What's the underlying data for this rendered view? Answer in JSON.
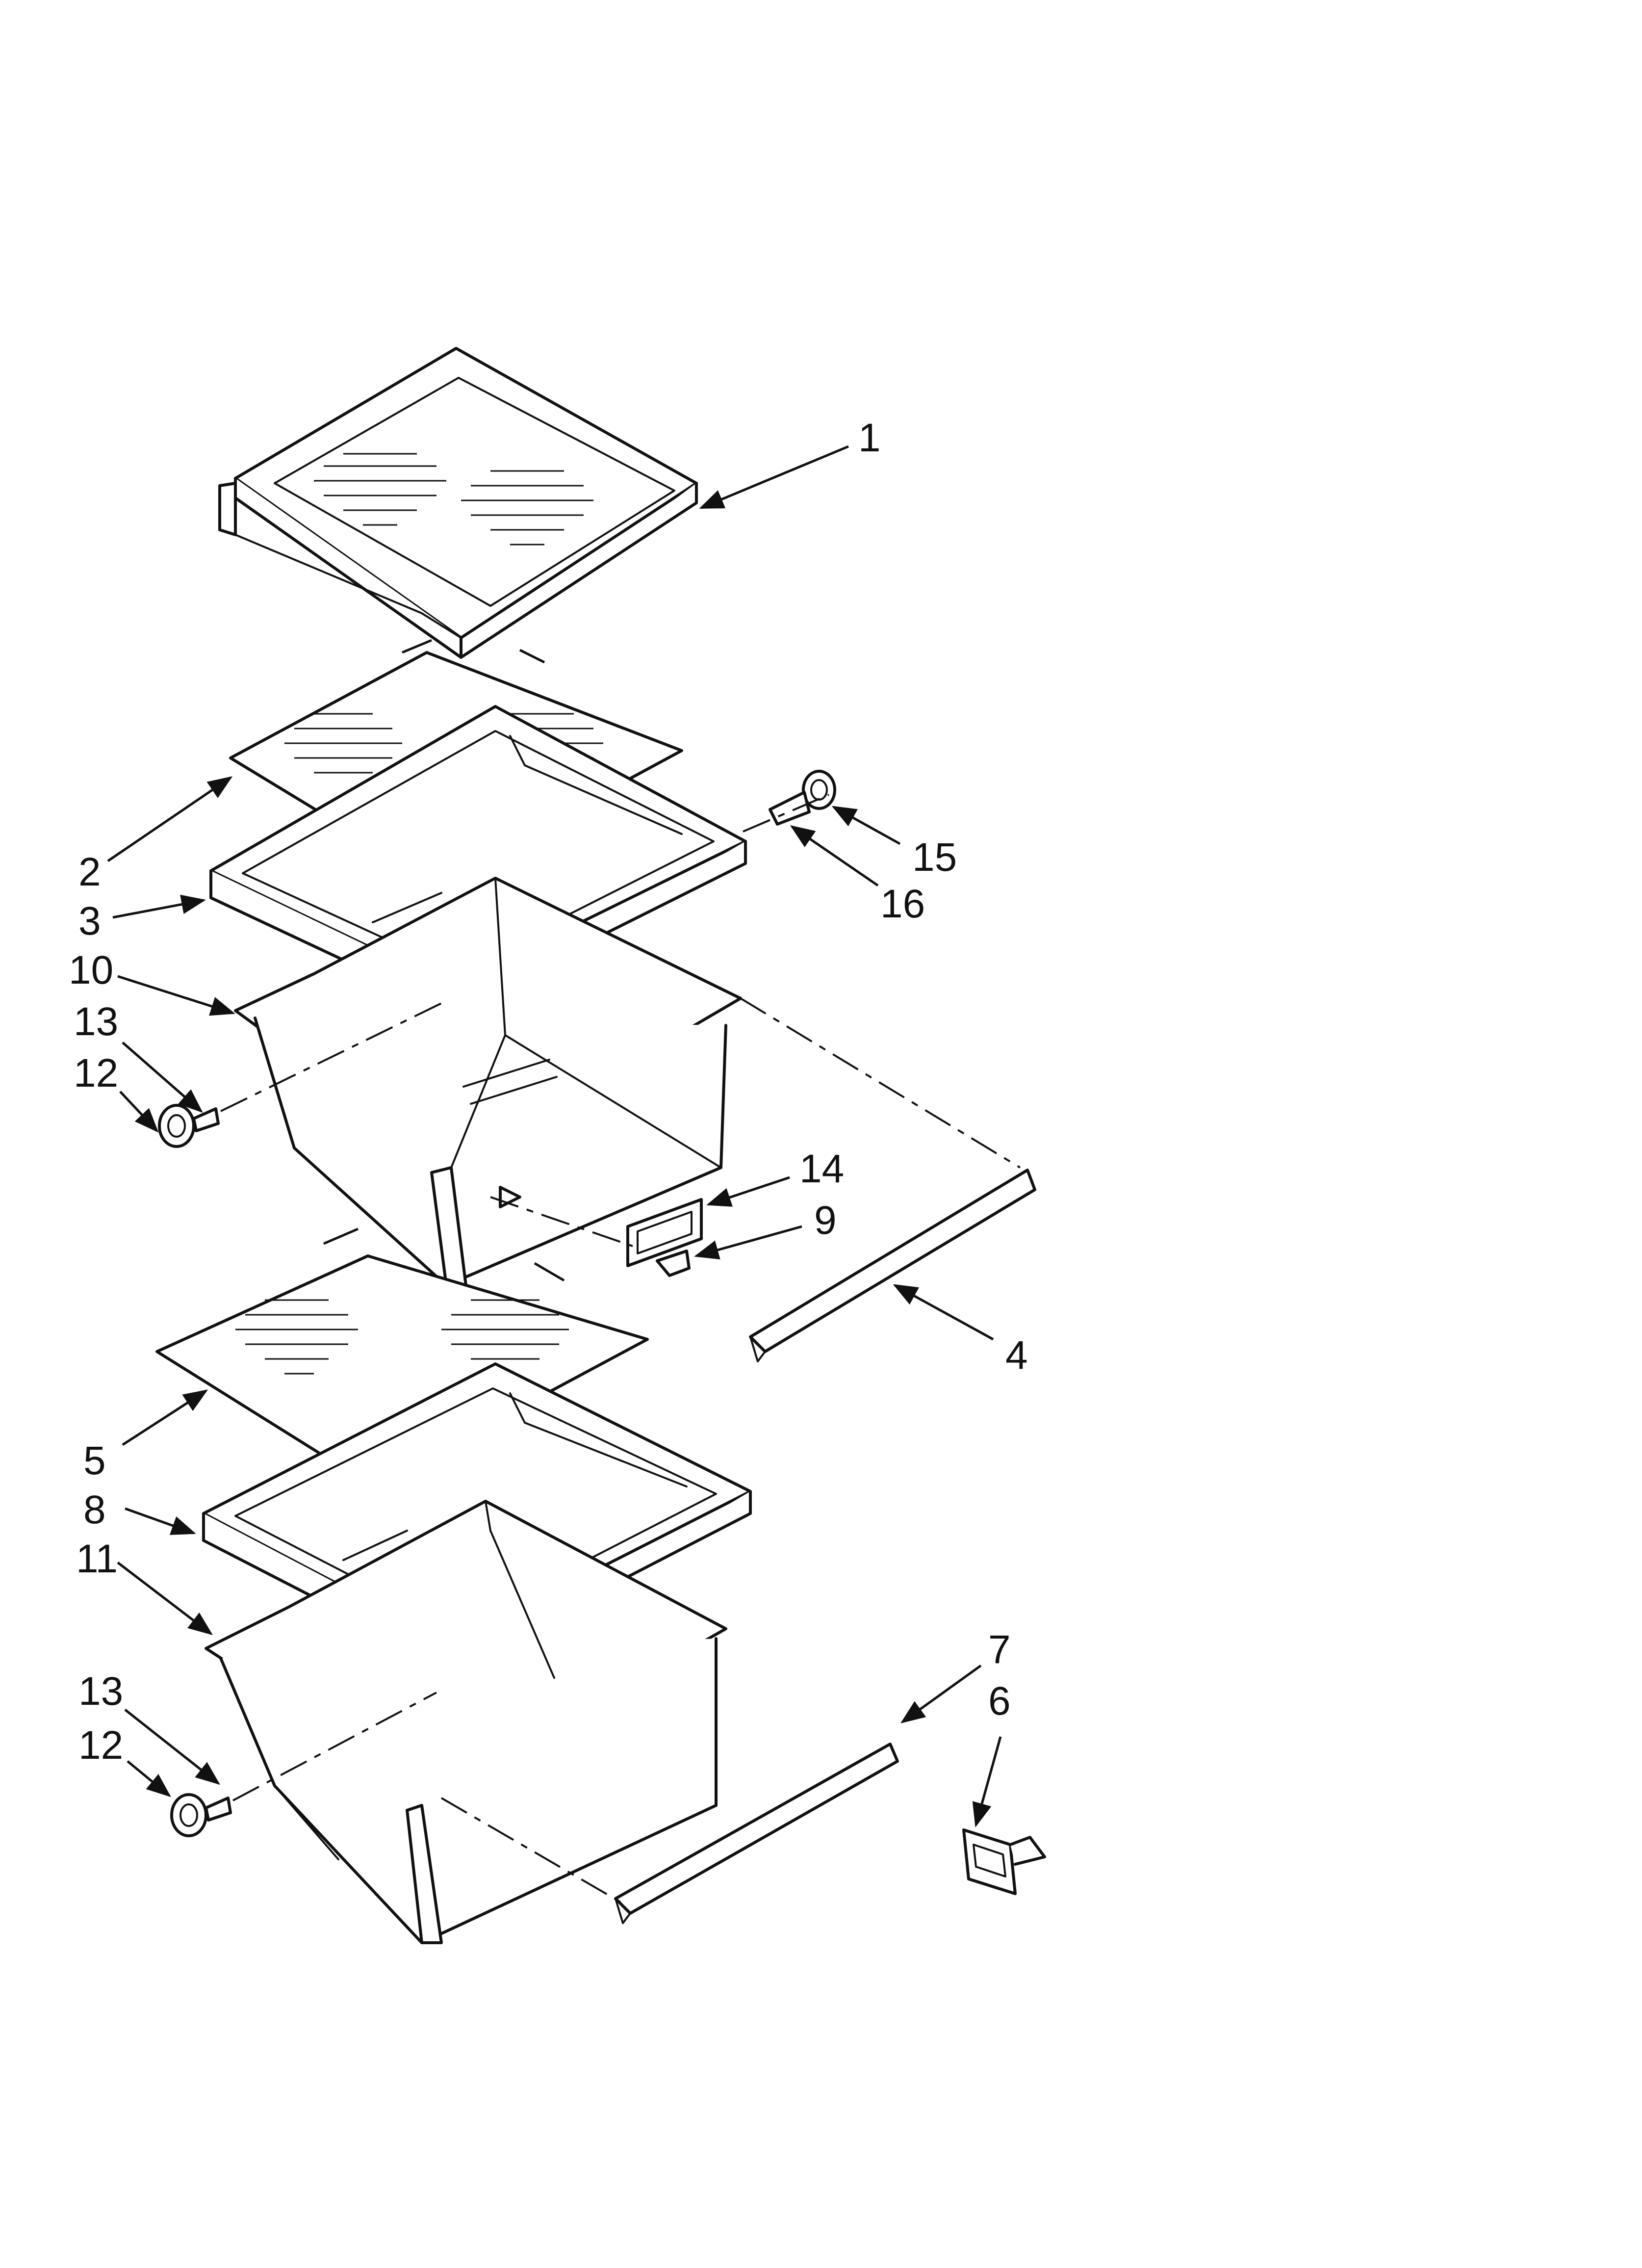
{
  "callouts": {
    "c1": "1",
    "c2": "2",
    "c3": "3",
    "c4": "4",
    "c5": "5",
    "c6": "6",
    "c7": "7",
    "c8": "8",
    "c9": "9",
    "c10": "10",
    "c11": "11",
    "c12a": "12",
    "c12b": "12",
    "c13a": "13",
    "c13b": "13",
    "c14": "14",
    "c15": "15",
    "c16": "16"
  },
  "colors": {
    "line": "#111111",
    "background": "#ffffff"
  }
}
